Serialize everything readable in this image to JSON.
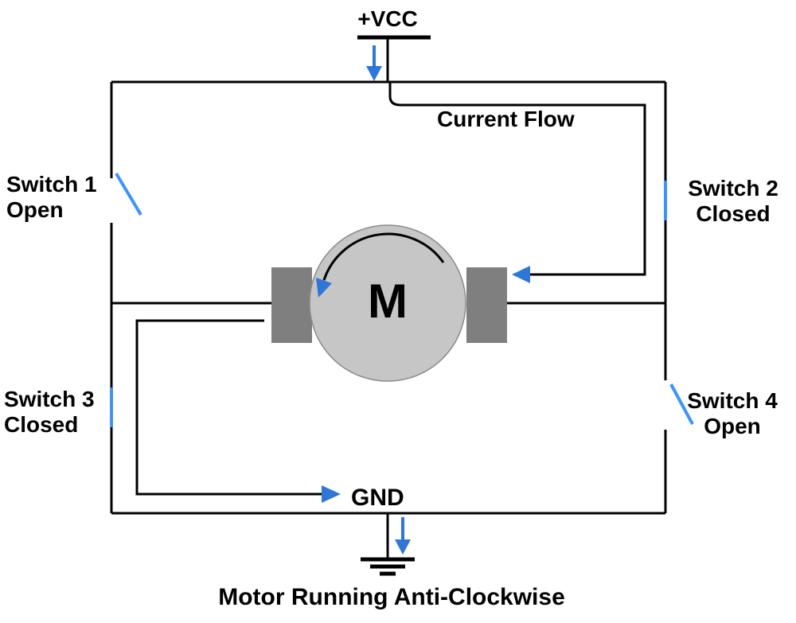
{
  "title": "Motor Running Anti-Clockwise",
  "power": {
    "vcc_label": "+VCC",
    "gnd_label": "GND"
  },
  "current_flow_label": "Current Flow",
  "motor": {
    "label": "M"
  },
  "switches": [
    {
      "name": "Switch 1",
      "state": "Open"
    },
    {
      "name": "Switch 2",
      "state": "Closed"
    },
    {
      "name": "Switch 3",
      "state": "Closed"
    },
    {
      "name": "Switch 4",
      "state": "Open"
    }
  ],
  "colors": {
    "wire": "#000000",
    "switch_blue": "#3d94f6",
    "arrow_blue": "#2e77d8",
    "motor_body": "#c6c6c6",
    "motor_brush": "#7f7f7f",
    "background": "#ffffff"
  }
}
